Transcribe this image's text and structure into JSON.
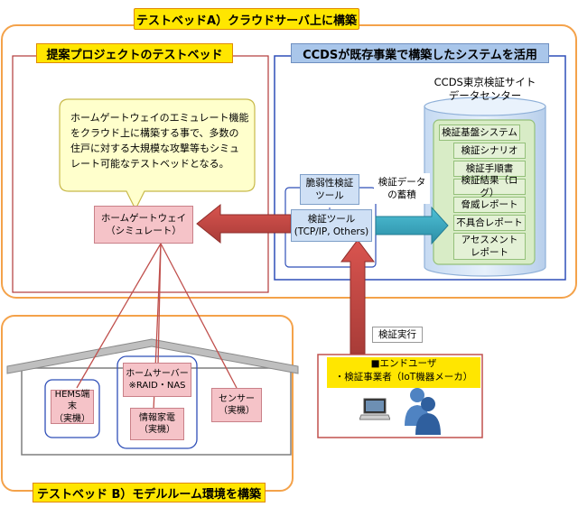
{
  "testbed_a": {
    "title": "テストベッドA）クラウドサーバ上に構築"
  },
  "proposal": {
    "title": "提案プロジェクトのテストベッド",
    "callout": "ホームゲートウェイのエミュレート機能\nをクラウド上に構築する事で、多数の\n住戸に対する大規模な攻撃等もシミュ\nレート可能なテストベッドとなる。",
    "hgw": "ホームゲートウェイ\n（シミュレート）"
  },
  "ccds": {
    "title": "CCDSが既存事業で構築したシステムを活用",
    "datacenter": "CCDS東京検証サイト\nデータセンター",
    "platform": "検証基盤システム",
    "items": [
      "検証シナリオ",
      "検証手順書",
      "検証結果（ログ）",
      "脅威レポート",
      "不具合レポート",
      "アセスメント\nレポート"
    ],
    "vuln_tool": "脆弱性検証\nツール",
    "data_store": "検証データ\nの蓄積",
    "test_tool": "検証ツール\n(TCP/IP, Others)"
  },
  "testbed_b": {
    "title": "テストベッド B）モデルルーム環境を構築",
    "hems": "HEMS端末\n（実機）",
    "home_server": "ホームサーバー\n※RAID・NAS",
    "appliance": "情報家電\n（実機）",
    "sensor": "センサー\n（実機）"
  },
  "user": {
    "exec_label": "検証実行",
    "box": "■エンドユーザ\n・検証事業者（IoT機器メーカ）"
  },
  "icons": [
    "laptop-icon",
    "users-icon"
  ],
  "colors": {
    "orange": "#f4a24a",
    "yellow": "#ffe600",
    "red_arrow": "#c0504d",
    "teal_arrow": "#3fa7bf",
    "blue_border": "#2f4fb8"
  }
}
